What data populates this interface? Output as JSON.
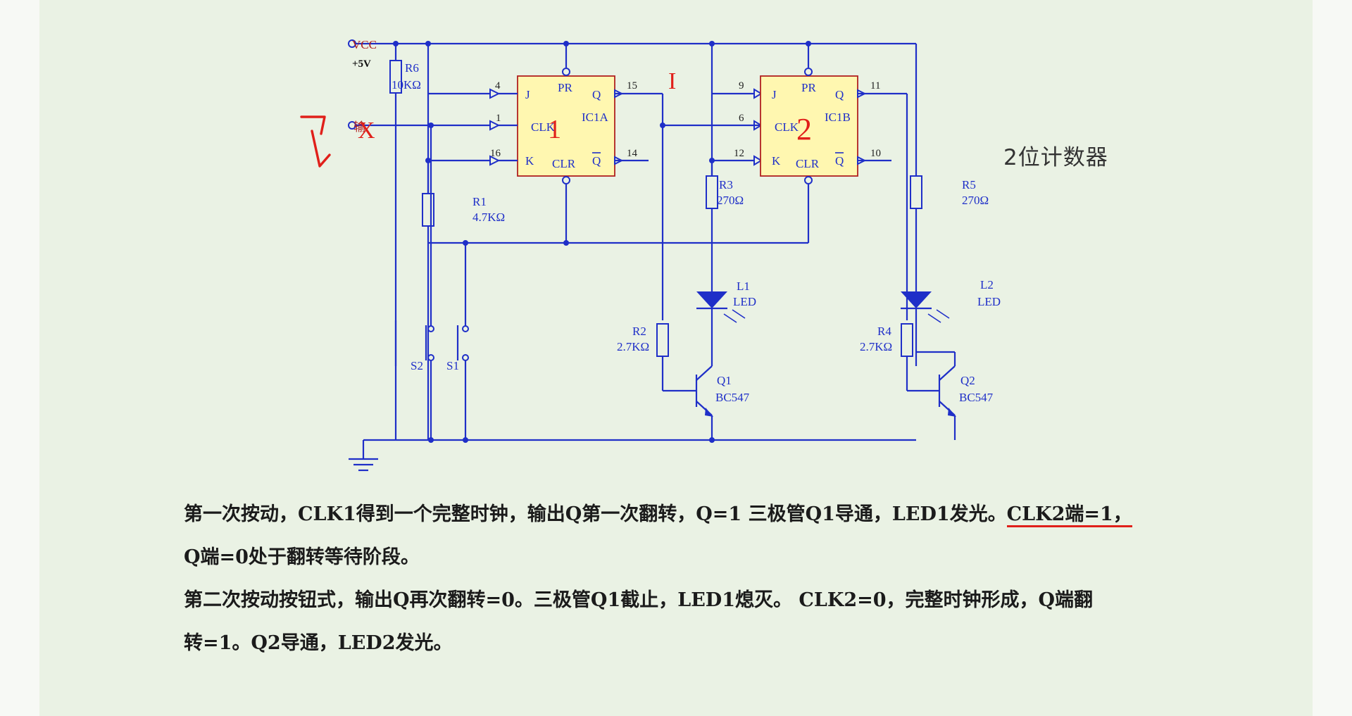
{
  "circuit": {
    "supply_label": "VCC",
    "supply_voltage": "+5V",
    "input_label": "输",
    "ic1": {
      "name": "IC1A",
      "pin_j": "J",
      "pin_clk": "CLK",
      "pin_k": "K",
      "pin_pr": "PR",
      "pin_clr": "CLR",
      "pin_q": "Q",
      "pin_qbar": "Q",
      "num_j": "4",
      "num_clk": "1",
      "num_k": "16",
      "num_q": "15",
      "num_qbar": "14"
    },
    "ic2": {
      "name": "IC1B",
      "pin_j": "J",
      "pin_clk": "CLK",
      "pin_k": "K",
      "pin_pr": "PR",
      "pin_clr": "CLR",
      "pin_q": "Q",
      "pin_qbar": "Q",
      "num_j": "9",
      "num_clk": "6",
      "num_k": "12",
      "num_q": "11",
      "num_qbar": "10"
    },
    "r6": {
      "name": "R6",
      "value": "10KΩ"
    },
    "r1": {
      "name": "R1",
      "value": "4.7KΩ"
    },
    "r2": {
      "name": "R2",
      "value": "2.7KΩ"
    },
    "r3": {
      "name": "R3",
      "value": "270Ω"
    },
    "r4": {
      "name": "R4",
      "value": "2.7KΩ"
    },
    "r5": {
      "name": "R5",
      "value": "270Ω"
    },
    "l1": {
      "name": "L1",
      "type": "LED"
    },
    "l2": {
      "name": "L2",
      "type": "LED"
    },
    "q1": {
      "name": "Q1",
      "part": "BC547"
    },
    "q2": {
      "name": "Q2",
      "part": "BC547"
    },
    "s1": "S1",
    "s2": "S2"
  },
  "annotations": {
    "ic1_mark": "1",
    "ic2_mark": "2",
    "q_mark": "I",
    "input_mark": "X",
    "ink_color": "#e0201a"
  },
  "counter_title": "2位计数器",
  "explanation": {
    "line1_a": "第一次按动，CLK1得到一个完整时钟，输出Q第一次翻转，Q=1 三极管Q1导通，LED1发光。",
    "line1_b": "CLK2端=1，",
    "line2": "Q端=0处于翻转等待阶段。",
    "line3": "第二次按动按钮式，输出Q再次翻转=0。三极管Q1截止，LED1熄灭。 CLK2=0，完整时钟形成，Q端翻",
    "line4": "转=1。Q2导通，LED2发光。"
  }
}
